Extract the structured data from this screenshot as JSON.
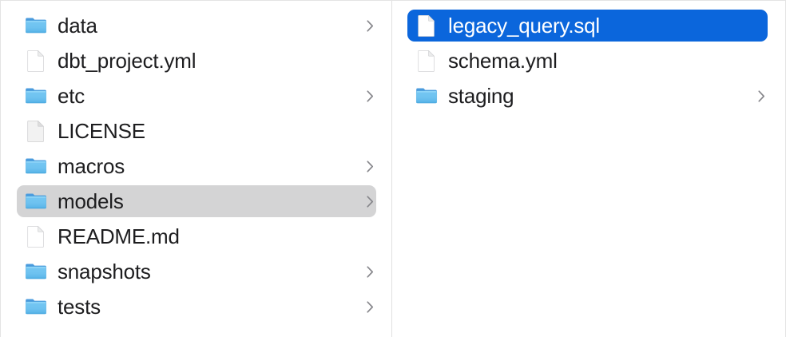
{
  "window": {
    "view_mode": "column",
    "background_color": "#ffffff",
    "divider_color": "#e0e0e1",
    "selection_active_color": "#0b66dc",
    "selection_inactive_color": "#d4d4d5",
    "text_color": "#1d1d1f",
    "chevron_color": "#86868b"
  },
  "columns": [
    {
      "name": "project-root-column",
      "items": [
        {
          "label": "data",
          "kind": "folder",
          "icon": "folder-icon",
          "has_chevron": true,
          "selected": false,
          "selection_style": "none"
        },
        {
          "label": "dbt_project.yml",
          "kind": "file",
          "icon": "document-icon",
          "has_chevron": false,
          "selected": false,
          "selection_style": "none"
        },
        {
          "label": "etc",
          "kind": "folder",
          "icon": "folder-icon",
          "has_chevron": true,
          "selected": false,
          "selection_style": "none"
        },
        {
          "label": "LICENSE",
          "kind": "file",
          "icon": "generic-document-icon",
          "has_chevron": false,
          "selected": false,
          "selection_style": "none"
        },
        {
          "label": "macros",
          "kind": "folder",
          "icon": "folder-icon",
          "has_chevron": true,
          "selected": false,
          "selection_style": "none"
        },
        {
          "label": "models",
          "kind": "folder",
          "icon": "folder-icon",
          "has_chevron": true,
          "selected": true,
          "selection_style": "inactive"
        },
        {
          "label": "README.md",
          "kind": "file",
          "icon": "document-icon",
          "has_chevron": false,
          "selected": false,
          "selection_style": "none"
        },
        {
          "label": "snapshots",
          "kind": "folder",
          "icon": "folder-icon",
          "has_chevron": true,
          "selected": false,
          "selection_style": "none"
        },
        {
          "label": "tests",
          "kind": "folder",
          "icon": "folder-icon",
          "has_chevron": true,
          "selected": false,
          "selection_style": "none"
        }
      ]
    },
    {
      "name": "models-folder-column",
      "items": [
        {
          "label": "legacy_query.sql",
          "kind": "file",
          "icon": "document-icon",
          "has_chevron": false,
          "selected": true,
          "selection_style": "active"
        },
        {
          "label": "schema.yml",
          "kind": "file",
          "icon": "document-icon",
          "has_chevron": false,
          "selected": false,
          "selection_style": "none"
        },
        {
          "label": "staging",
          "kind": "folder",
          "icon": "folder-icon",
          "has_chevron": true,
          "selected": false,
          "selection_style": "none"
        }
      ]
    }
  ]
}
